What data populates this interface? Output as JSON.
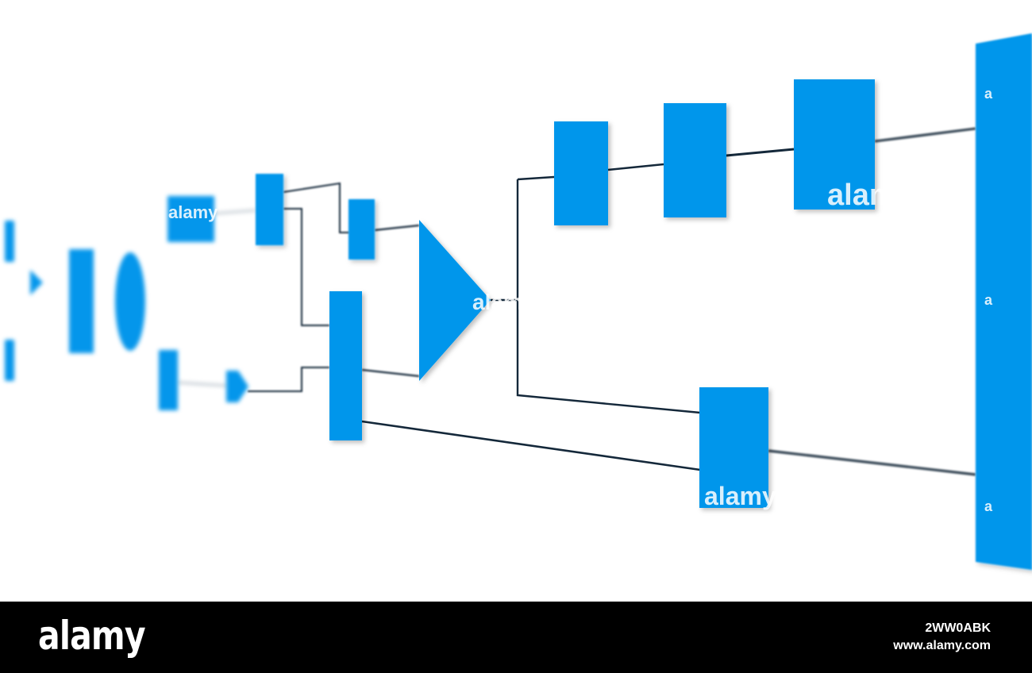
{
  "diagram": {
    "shape_color": "#0496EB",
    "line_color": "#14283A",
    "watermark_text": "alamy"
  },
  "footer": {
    "logo_text": "alamy",
    "image_id": "2WW0ABK",
    "site_url": "www.alamy.com",
    "background": "#000000"
  }
}
